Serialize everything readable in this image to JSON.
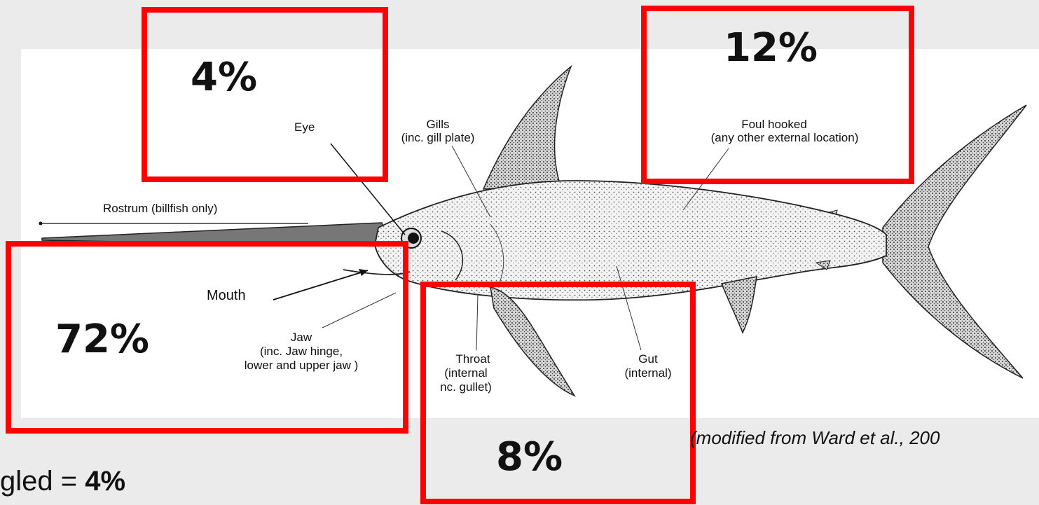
{
  "labels": {
    "eye": "Eye",
    "gills_l1": "Gills",
    "gills_l2": "(inc. gill plate)",
    "foul_l1": "Foul hooked",
    "foul_l2": "(any other external location)",
    "rostrum": "Rostrum (billfish only)",
    "mouth": "Mouth",
    "jaw_l1": "Jaw",
    "jaw_l2": "(inc. Jaw hinge,",
    "jaw_l3": "lower and upper jaw )",
    "throat_l1": "Throat",
    "throat_l2": "(internal",
    "throat_l3": "nc. gullet)",
    "gut_l1": "Gut",
    "gut_l2": "(internal)"
  },
  "percentages": {
    "eye": "4%",
    "foul_hooked": "12%",
    "mouth_jaw": "72%",
    "throat": "8%"
  },
  "citation": "(modified from Ward et al., 200",
  "bottom_note": {
    "prefix": "gled = ",
    "value": "4%"
  },
  "colors": {
    "highlight_box": "#ff0000",
    "panel_bg": "#ffffff",
    "page_bg": "#ebebeb"
  }
}
